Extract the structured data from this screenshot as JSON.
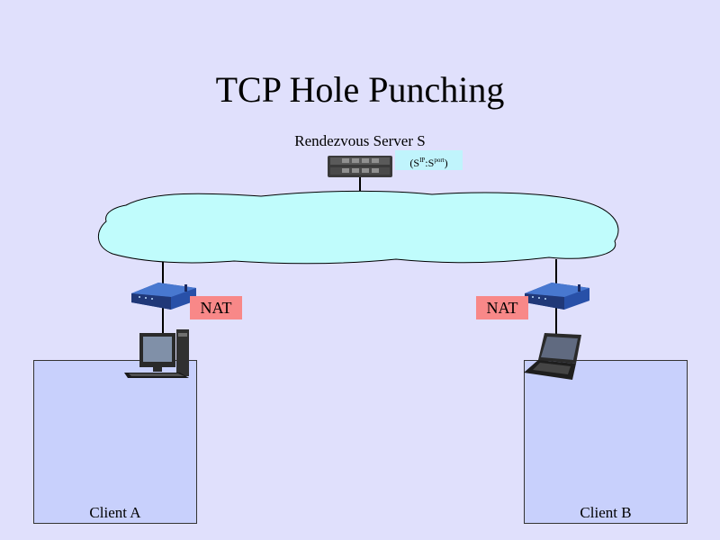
{
  "title": "TCP Hole Punching",
  "server": {
    "label": "Rendezvous Server S",
    "addr_open": "(S",
    "addr_ip": "IP",
    "addr_sep": ":S",
    "addr_port": "port",
    "addr_close": ")"
  },
  "nat_a": {
    "label": "NAT"
  },
  "nat_b": {
    "label": "NAT"
  },
  "client_a": {
    "label": "Client A"
  },
  "client_b": {
    "label": "Client B"
  },
  "colors": {
    "background": "#e0e0fc",
    "cloud": "#c0fcfc",
    "nat": "#f88888",
    "client_box": "#c8d0fc",
    "router": "#2850a8"
  },
  "icons": [
    "server-icon",
    "router-icon",
    "desktop-computer-icon",
    "laptop-icon",
    "cloud-network"
  ]
}
